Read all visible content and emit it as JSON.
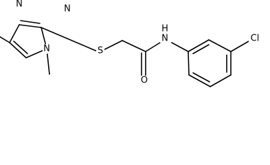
{
  "molecule": {
    "atoms": {
      "n1": "N",
      "n2": "N",
      "n4": "N",
      "s": "S",
      "o": "O",
      "nh": "N",
      "h": "H",
      "cl": "Cl"
    }
  },
  "colors": {
    "bond": "#000000",
    "label": "#000000",
    "background": "#ffffff"
  }
}
